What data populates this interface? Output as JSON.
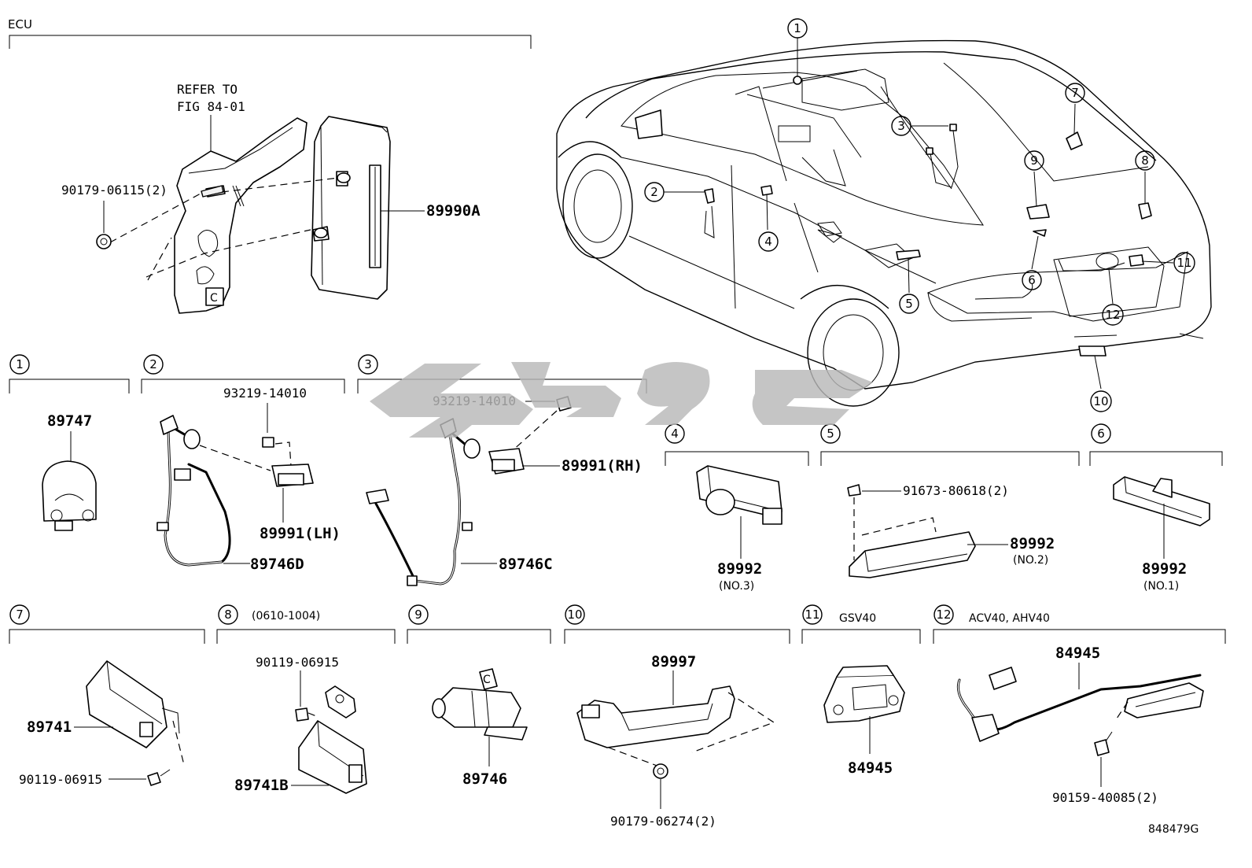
{
  "diagram": {
    "figure_code": "848479G",
    "ecu": {
      "title": "ECU",
      "refer_line1": "REFER TO",
      "refer_line2": "FIG 84-01",
      "bolt": "90179-06115(2)",
      "unit": "89990A"
    },
    "overview_callouts": [
      "1",
      "2",
      "3",
      "4",
      "5",
      "6",
      "7",
      "8",
      "9",
      "10",
      "11",
      "12"
    ],
    "sections": {
      "s1": {
        "num": "1",
        "parts": [
          "89747"
        ]
      },
      "s2": {
        "num": "2",
        "parts": [
          "93219-14010",
          "89991(LH)",
          "89746D"
        ]
      },
      "s3": {
        "num": "3",
        "parts": [
          "93219-14010",
          "89991(RH)",
          "89746C"
        ]
      },
      "s4": {
        "num": "4",
        "parts": [
          "89992"
        ],
        "note": "(NO.3)"
      },
      "s5": {
        "num": "5",
        "parts": [
          "91673-80618(2)",
          "89992"
        ],
        "note": "(NO.2)"
      },
      "s6": {
        "num": "6",
        "parts": [
          "89992"
        ],
        "note": "(NO.1)"
      },
      "s7": {
        "num": "7",
        "parts": [
          "89741",
          "90119-06915"
        ]
      },
      "s8": {
        "num": "8",
        "header": "(0610-1004)",
        "parts": [
          "90119-06915",
          "89741B"
        ]
      },
      "s9": {
        "num": "9",
        "parts": [
          "89746"
        ]
      },
      "s10": {
        "num": "10",
        "parts": [
          "89997",
          "90179-06274(2)"
        ]
      },
      "s11": {
        "num": "11",
        "header": "GSV40",
        "parts": [
          "84945"
        ]
      },
      "s12": {
        "num": "12",
        "header": "ACV40, AHV40",
        "parts": [
          "84945",
          "90159-40085(2)"
        ]
      }
    }
  }
}
